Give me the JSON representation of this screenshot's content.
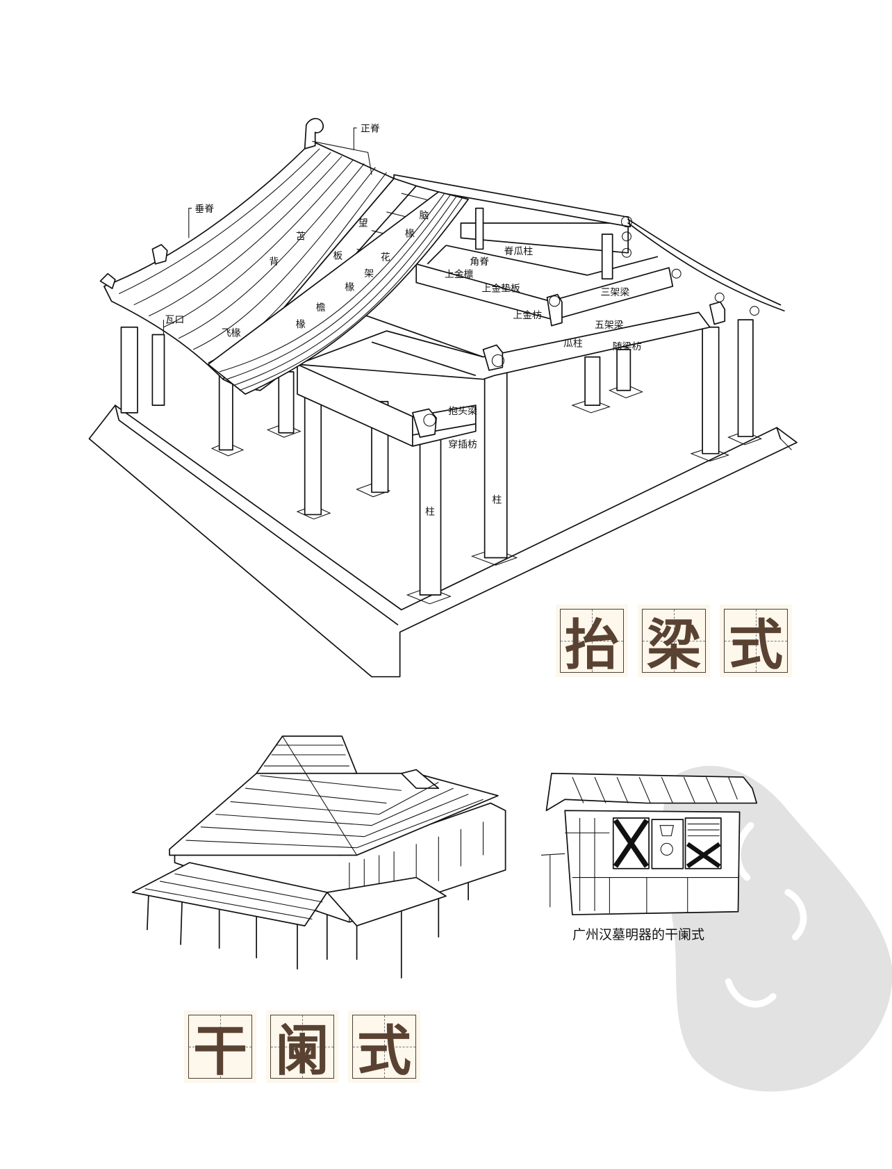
{
  "main_diagram": {
    "labels": [
      "正脊",
      "垂脊",
      "瓦口",
      "飞椽",
      "背",
      "苫",
      "望",
      "板",
      "脑",
      "椽",
      "花",
      "架",
      "椽",
      "檐",
      "椽",
      "角脊",
      "脊瓜柱",
      "上金檩",
      "上金垫板",
      "上金枋",
      "三架梁",
      "五架梁",
      "瓜柱",
      "随梁枋",
      "抱头梁",
      "穿插枋",
      "柱",
      "柱"
    ]
  },
  "title_tailiang": [
    "抬",
    "梁",
    "式"
  ],
  "title_ganlan": [
    "干",
    "阑",
    "式"
  ],
  "pottery_caption": "广州汉墓明器的干阑式",
  "colors": {
    "title_text": "#5a4232",
    "tile_bg": "#fdf7ec",
    "watermark": "#e2e2e2"
  }
}
